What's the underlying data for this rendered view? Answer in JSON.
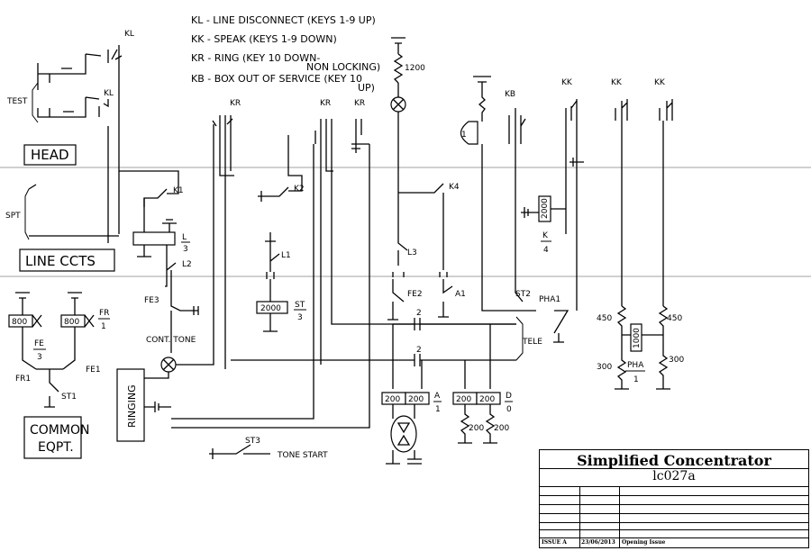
{
  "legend": {
    "kl": "KL - LINE DISCONNECT  (KEYS 1-9 UP)",
    "kk": "KK - SPEAK (KEYS 1-9 DOWN)",
    "kr_1": "KR - RING (KEY 10 DOWN-",
    "kr_2": "NON LOCKING)",
    "kb_1": "KB - BOX OUT OF SERVICE (KEY 10",
    "kb_2": "UP)"
  },
  "sections": {
    "head": "HEAD",
    "line_ccts": "LINE CCTS",
    "common_1": "COMMON",
    "common_2": "EQPT."
  },
  "labels": {
    "test": "TEST",
    "spt": "SPT",
    "kl_top": "KL",
    "kl_mid": "KL",
    "kr_1": "KR",
    "kr_2": "KR",
    "kr_3": "KR",
    "kb": "KB",
    "kk_1": "KK",
    "kk_2": "KK",
    "kk_3": "KK",
    "k1": "K1",
    "k2": "K2",
    "k4": "K4",
    "l1": "L1",
    "l2": "L2",
    "l3": "L3",
    "l_num": "L",
    "l_den": "3",
    "fe2": "FE2",
    "fe3": "FE3",
    "a1": "A1",
    "st2": "ST2",
    "st3": "ST3",
    "st1": "ST1",
    "pha1": "PHA1",
    "fr1": "FR1",
    "fe1": "FE1",
    "fr_num": "FR",
    "fr_den": "1",
    "fe_num": "FE",
    "fe_den": "3",
    "st_num": "ST",
    "st_den": "3",
    "k_num": "K",
    "k_den": "4",
    "a_num": "A",
    "a_den": "1",
    "d_num": "D",
    "d_den": "0",
    "pha_num": "PHA",
    "pha_den": "1",
    "cont_tone": "CONT. TONE",
    "tone_start": "TONE START",
    "tele": "TELE",
    "ringing": "RINGING",
    "r1200": "1200",
    "r2000_st": "2000",
    "r2000_k": "2000",
    "r800a": "800",
    "r800b": "800",
    "r200a": "200",
    "r200b": "200",
    "r200c": "200",
    "r200d": "200",
    "r200e": "200",
    "r200f": "200",
    "r450a": "450",
    "r450b": "450",
    "r300a": "300",
    "r300b": "300",
    "r1000": "1000",
    "cap1": "2",
    "cap2": "2"
  },
  "title_block": {
    "title": "Simplified Concentrator",
    "code": "lc027a",
    "issue": "ISSUE A",
    "date": "23/06/2013",
    "description": "Opening Issue"
  }
}
